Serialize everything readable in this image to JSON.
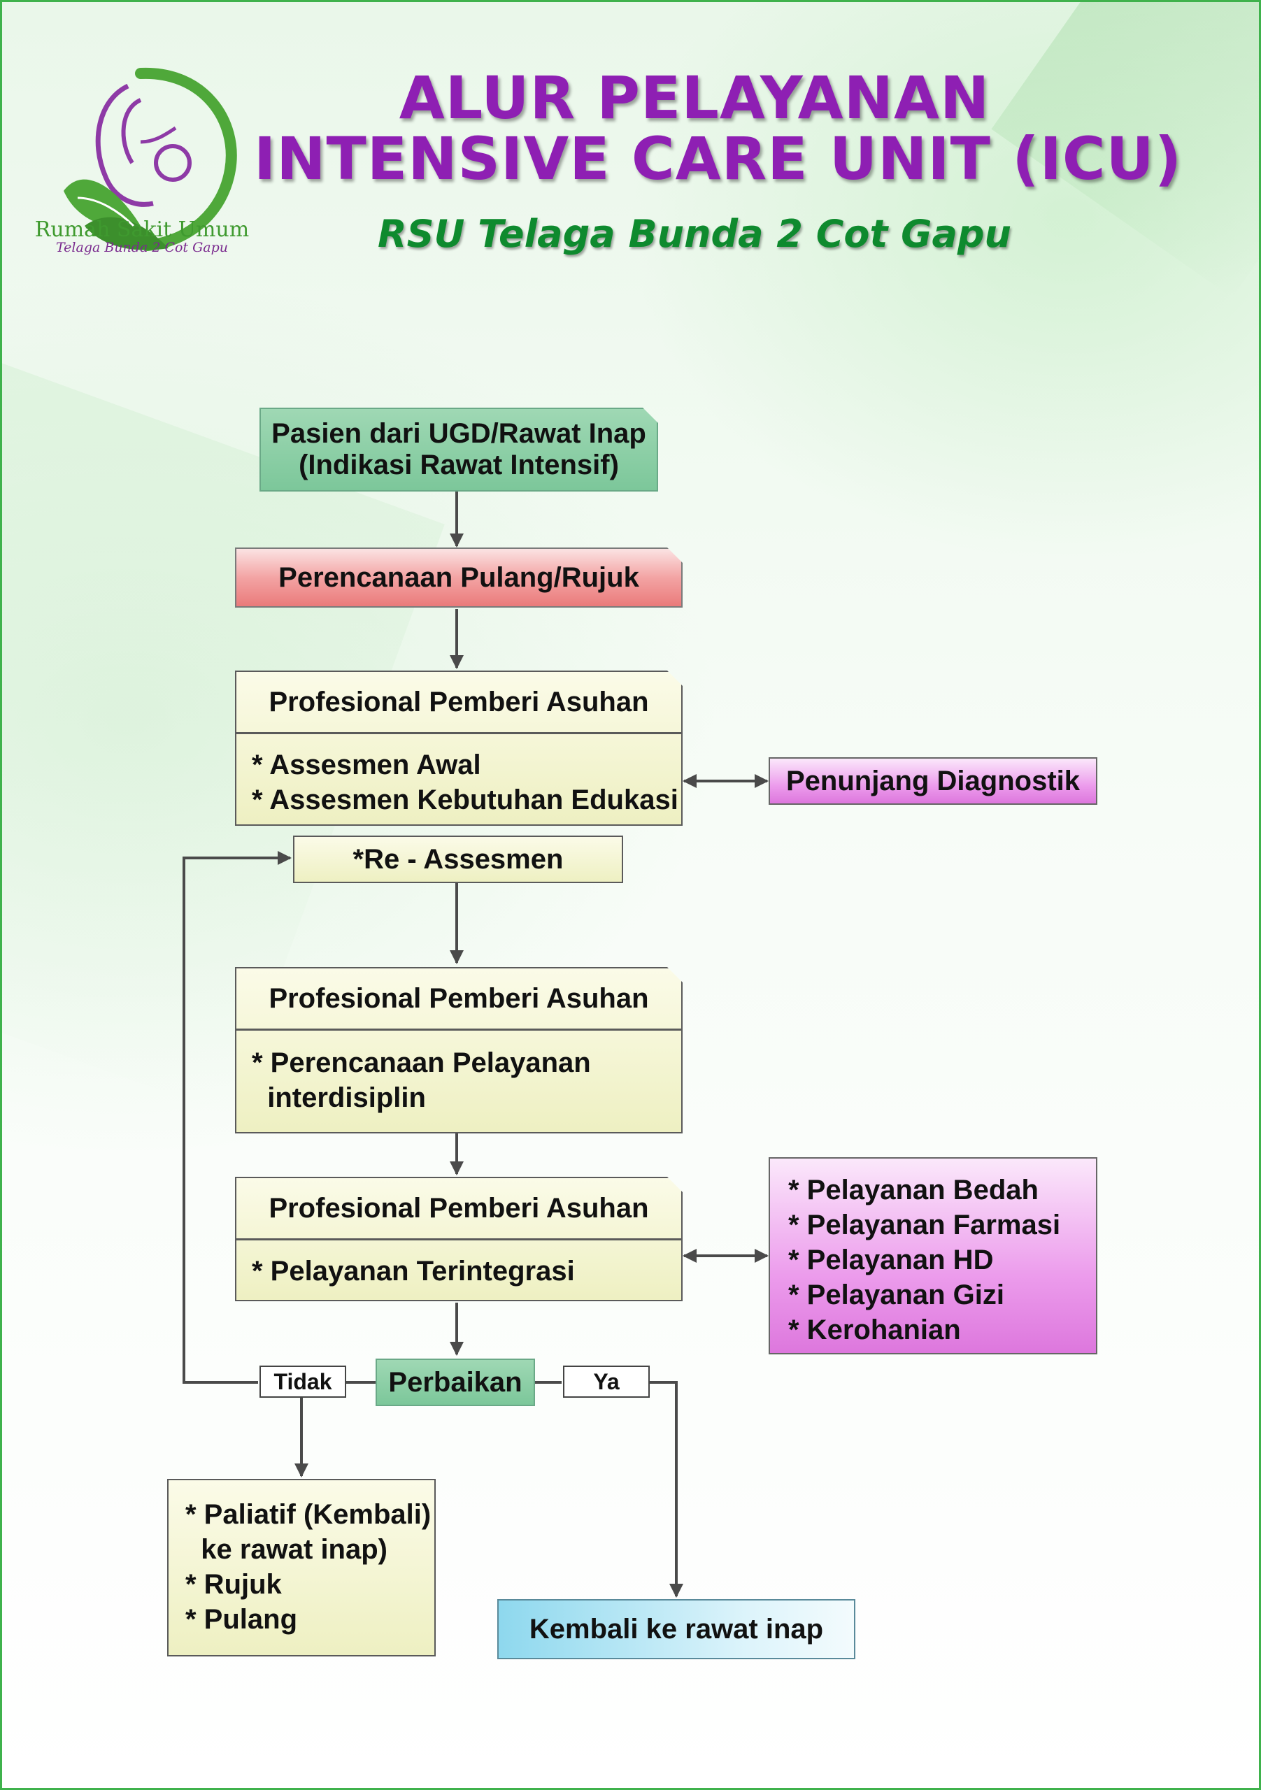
{
  "header": {
    "title_line1": "ALUR PELAYANAN",
    "title_line2": "INTENSIVE CARE UNIT (ICU)",
    "subtitle": "RSU Telaga Bunda 2 Cot Gapu"
  },
  "logo": {
    "line1": "Rumah Sakit Umum",
    "line2": "Telaga Bunda 2 Cot Gapu"
  },
  "flow": {
    "start": {
      "line1": "Pasien dari UGD/Rawat Inap",
      "line2": "(Indikasi Rawat Intensif)"
    },
    "planning": "Perencanaan Pulang/Rujuk",
    "ppa1": {
      "header": "Profesional Pemberi Asuhan",
      "items": [
        "* Assesmen Awal",
        "* Assesmen Kebutuhan Edukasi"
      ]
    },
    "support": "Penunjang Diagnostik",
    "reassess": "*Re - Assesmen",
    "ppa2": {
      "header": "Profesional Pemberi Asuhan",
      "items": [
        "* Perencanaan Pelayanan",
        "  interdisiplin"
      ]
    },
    "ppa3": {
      "header": "Profesional Pemberi Asuhan",
      "items": [
        "* Pelayanan Terintegrasi"
      ]
    },
    "services": [
      "* Pelayanan Bedah",
      "* Pelayanan Farmasi",
      "* Pelayanan HD",
      "* Pelayanan Gizi",
      "* Kerohanian"
    ],
    "decision": "Perbaikan",
    "no_label": "Tidak",
    "yes_label": "Ya",
    "no_outcome": [
      "* Paliatif (Kembali)",
      "  ke rawat inap)",
      "* Rujuk",
      "* Pulang"
    ],
    "yes_outcome": "Kembali ke rawat inap"
  },
  "colors": {
    "title": "#8e1fb3",
    "subtitle": "#0e8a2e",
    "frame": "#3fb24c"
  }
}
